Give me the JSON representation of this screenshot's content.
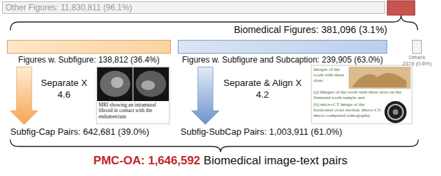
{
  "diagram": {
    "nodes": [
      {
        "text": [
          "Other Figures: 11,830,811 (96.1%)"
        ]
      },
      {
        "text": [
          "Figures w. Subfigure: 138,812 (36.4%)"
        ]
      },
      {
        "text": [
          "Figures w. Subfigure and Subcaption: 239,905 (63.0%)"
        ]
      },
      {
        "text": [
          "Others",
          "2379 (0.6%)"
        ]
      },
      {
        "text": [
          "Subfig-Cap Pairs: 642,681 (39.0%)"
        ]
      },
      {
        "text": [
          "Subfig-SubCap Pairs: 1,003,911 (61.0%)"
        ]
      }
    ],
    "edges": [
      {
        "from": 1,
        "to": 4,
        "arrow": "to",
        "label": "Separate X 4.6"
      },
      {
        "from": 2,
        "to": 5,
        "arrow": "to",
        "label": "Separate & Align X 4.2"
      }
    ],
    "labels": [
      "Biomedical Figures: 381,096 (3.1%)",
      "MRI showing an intramural fibroid in contact with the endometrium",
      "Images of the tooth with three slots:",
      "(a) Images of the tooth with three slots on the flattened tooth sample and",
      "(b) micro-CT image of the horizontal cross section; micro-CT: micro-computed tomography.",
      "PMC-OA: 1,646,592",
      "Biomedical image-text pairs"
    ]
  }
}
